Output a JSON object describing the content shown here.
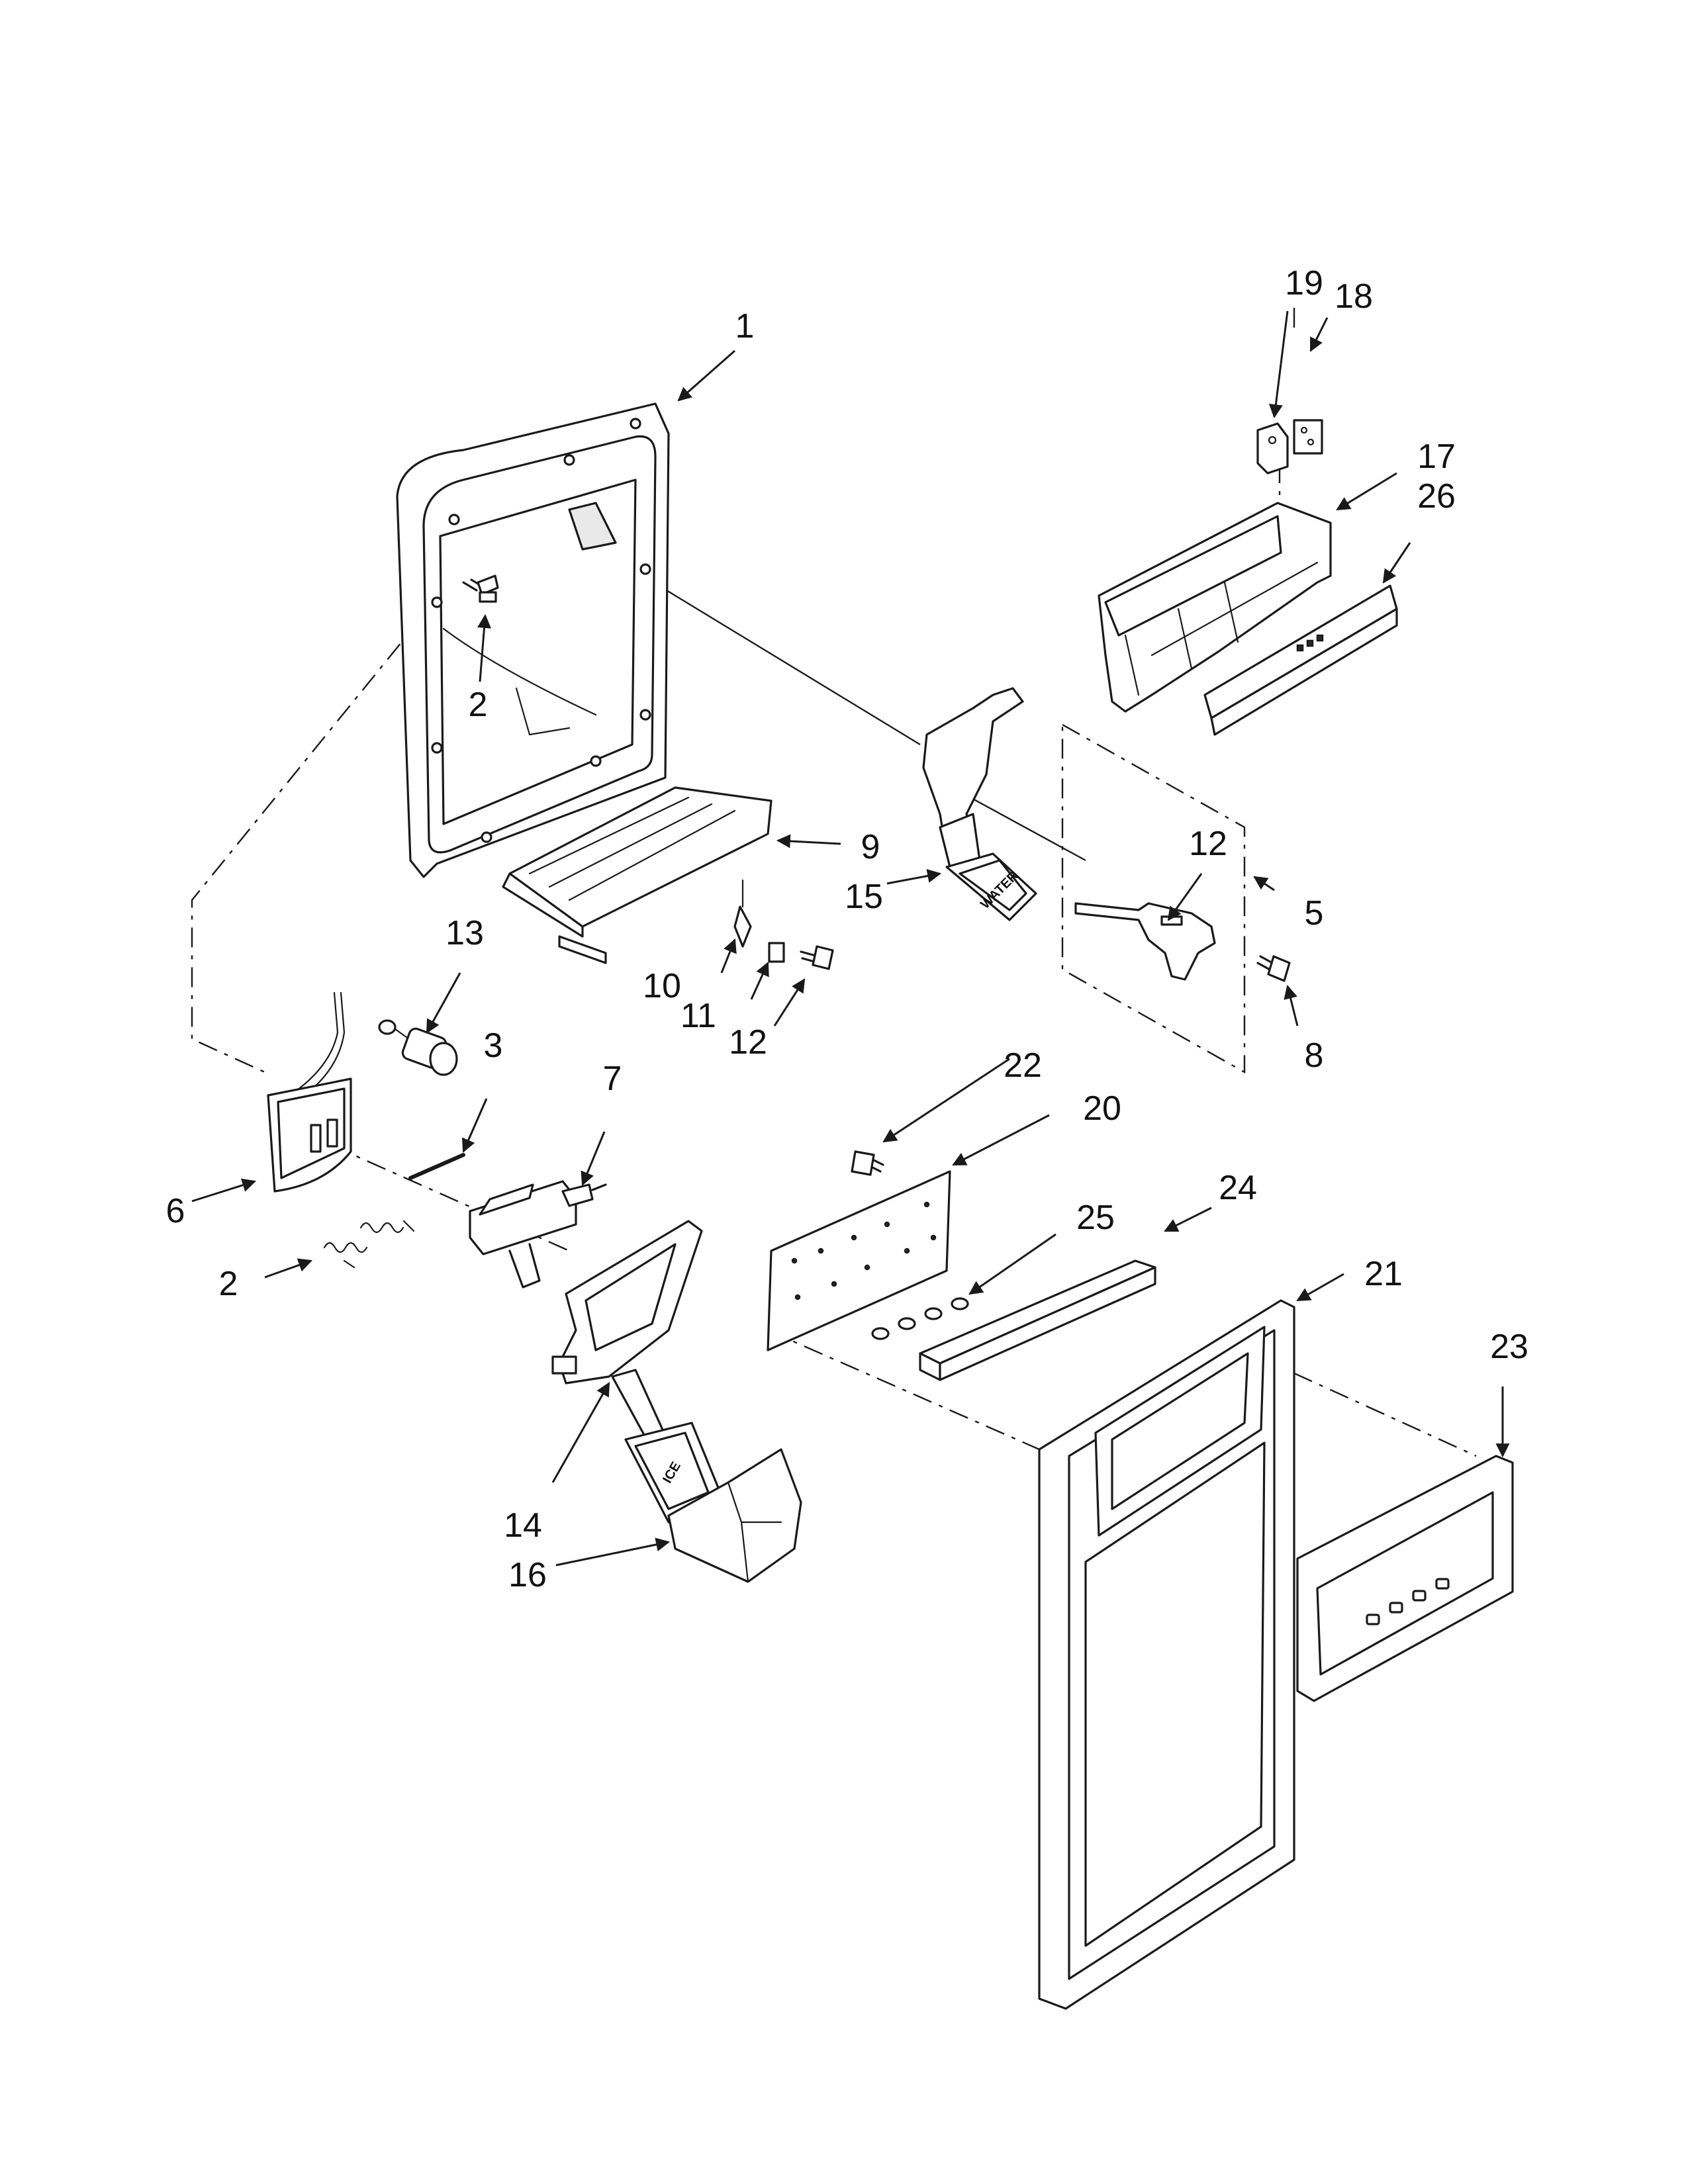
{
  "callouts": [
    {
      "id": "c1",
      "text": "1"
    },
    {
      "id": "c2a",
      "text": "2"
    },
    {
      "id": "c2b",
      "text": "2"
    },
    {
      "id": "c3",
      "text": "3"
    },
    {
      "id": "c5",
      "text": "5"
    },
    {
      "id": "c6",
      "text": "6"
    },
    {
      "id": "c7",
      "text": "7"
    },
    {
      "id": "c8",
      "text": "8"
    },
    {
      "id": "c9",
      "text": "9"
    },
    {
      "id": "c10",
      "text": "10"
    },
    {
      "id": "c11",
      "text": "11"
    },
    {
      "id": "c12a",
      "text": "12"
    },
    {
      "id": "c12b",
      "text": "12"
    },
    {
      "id": "c13",
      "text": "13"
    },
    {
      "id": "c14",
      "text": "14"
    },
    {
      "id": "c15",
      "text": "15"
    },
    {
      "id": "c16",
      "text": "16"
    },
    {
      "id": "c17",
      "text": "17"
    },
    {
      "id": "c18",
      "text": "18"
    },
    {
      "id": "c19",
      "text": "19"
    },
    {
      "id": "c20",
      "text": "20"
    },
    {
      "id": "c21",
      "text": "21"
    },
    {
      "id": "c22",
      "text": "22"
    },
    {
      "id": "c23",
      "text": "23"
    },
    {
      "id": "c24",
      "text": "24"
    },
    {
      "id": "c25",
      "text": "25"
    },
    {
      "id": "c26",
      "text": "26"
    }
  ],
  "part_markings": {
    "water_pad": "WATER",
    "ice_pad": "ICE"
  }
}
